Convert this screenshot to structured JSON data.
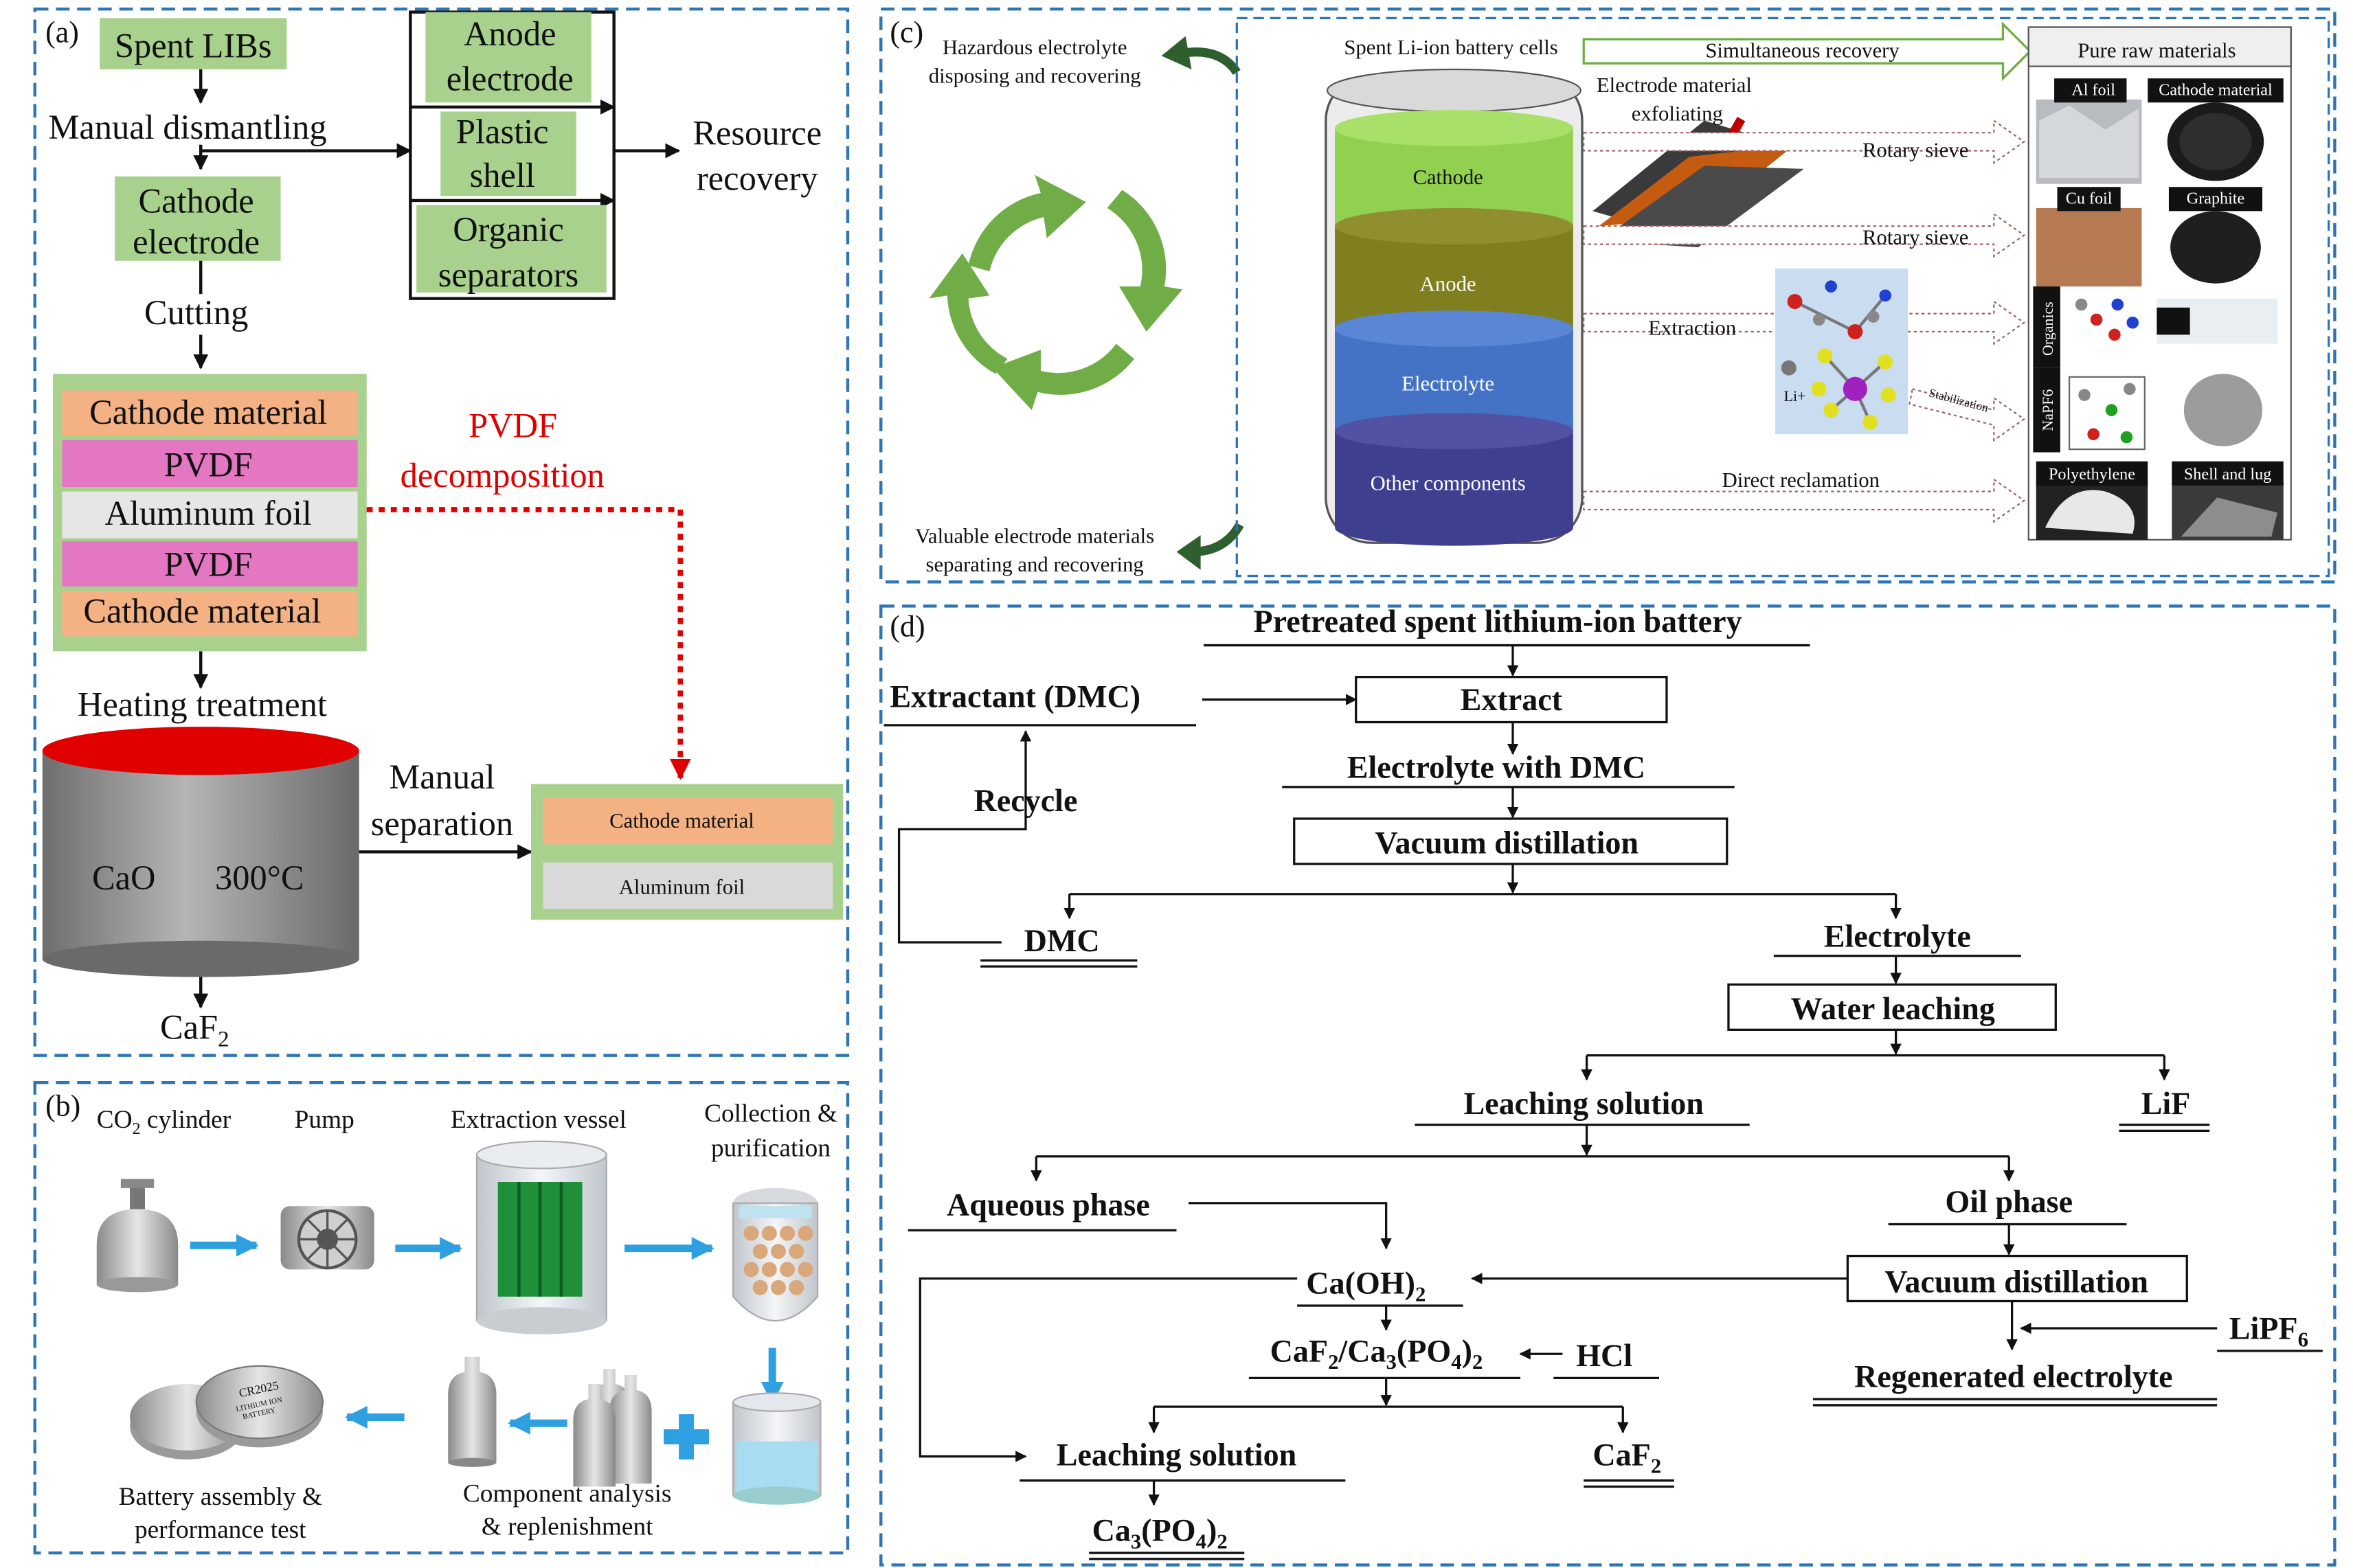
{
  "panel_a": {
    "label": "(a)",
    "spent_libs": "Spent LIBs",
    "manual_dismantling": "Manual dismantling",
    "cathode_electrode_1": "Cathode",
    "cathode_electrode_2": "electrode",
    "anode_1": "Anode",
    "anode_2": "electrode",
    "plastic_1": "Plastic",
    "plastic_2": "shell",
    "organic_1": "Organic",
    "organic_2": "separators",
    "resource_1": "Resource",
    "resource_2": "recovery",
    "cutting": "Cutting",
    "layers": [
      "Cathode material",
      "PVDF",
      "Aluminum foil",
      "PVDF",
      "Cathode material"
    ],
    "pvdf_1": "PVDF",
    "pvdf_2": "decomposition",
    "heating": "Heating treatment",
    "cao": "CaO",
    "temp": "300°C",
    "manual_sep_1": "Manual",
    "manual_sep_2": "separation",
    "out_cathode": "Cathode material",
    "out_al": "Aluminum foil",
    "caf2_base": "CaF",
    "caf2_sub": "2",
    "colors": {
      "green": "#a9d18e",
      "orange": "#f4b183",
      "pink": "#e377c2",
      "grey": "#e7e6e6",
      "red": "#e00000"
    }
  },
  "panel_b": {
    "label": "(b)",
    "co2_pre": "CO",
    "co2_sub": "2",
    "co2_post": " cylinder",
    "pump": "Pump",
    "vessel": "Extraction vessel",
    "collection_1": "Collection &",
    "collection_2": "purification",
    "battery_1": "Battery assembly &",
    "battery_2": "performance test",
    "component_1": "Component analysis",
    "component_2": "& replenishment",
    "coin_text_1": "CR2025",
    "coin_text_2": "LITHIUM ION",
    "coin_text_3": "BATTERY"
  },
  "panel_c": {
    "label": "(c)",
    "hazardous_1": "Hazardous electrolyte",
    "hazardous_2": "disposing and recovering",
    "valuable_1": "Valuable electrode materials",
    "valuable_2": "separating and recovering",
    "cells": "Spent Li-ion battery cells",
    "simultaneous": "Simultaneous recovery",
    "pure": "Pure raw materials",
    "exfol_1": "Electrode material",
    "exfol_2": "exfoliating",
    "layers": [
      "Cathode",
      "Anode",
      "Electrolyte",
      "Other components"
    ],
    "rotary": "Rotary sieve",
    "extraction": "Extraction",
    "stabilization": "Stabilization",
    "li": "Li+",
    "direct": "Direct reclamation",
    "tiles": [
      "Al foil",
      "Cathode material",
      "Cu foil",
      "Graphite",
      "Polyethylene",
      "Shell and lug"
    ],
    "organics": "Organics",
    "napf6": "NaPF6"
  },
  "panel_d": {
    "label": "(d)",
    "pretreated": "Pretreated spent lithium-ion battery",
    "extractant": "Extractant (DMC)",
    "extract": "Extract",
    "recycle": "Recycle",
    "electrolyte_dmc": "Electrolyte with DMC",
    "vacuum_1": "Vacuum distillation",
    "dmc": "DMC",
    "electrolyte": "Electrolyte",
    "water": "Water leaching",
    "leaching_1": "Leaching solution",
    "lif": "LiF",
    "aqueous": "Aqueous phase",
    "oil": "Oil phase",
    "caoh_base": "Ca(OH)",
    "caoh_sub": "2",
    "vacuum_2": "Vacuum distillation",
    "lipf_base": "LiPF",
    "lipf_sub": "6",
    "cafpo_a": "CaF",
    "cafpo_b": "2",
    "cafpo_c": "/Ca",
    "cafpo_d": "3",
    "cafpo_e": "(PO",
    "cafpo_f": "4",
    "cafpo_g": ")",
    "cafpo_h": "2",
    "hcl": "HCl",
    "regenerated": "Regenerated electrolyte",
    "leaching_2": "Leaching solution",
    "caf2_base": "CaF",
    "caf2_sub": "2",
    "capo_a": "Ca",
    "capo_b": "3",
    "capo_c": "(PO",
    "capo_d": "4",
    "capo_e": ")",
    "capo_f": "2"
  }
}
